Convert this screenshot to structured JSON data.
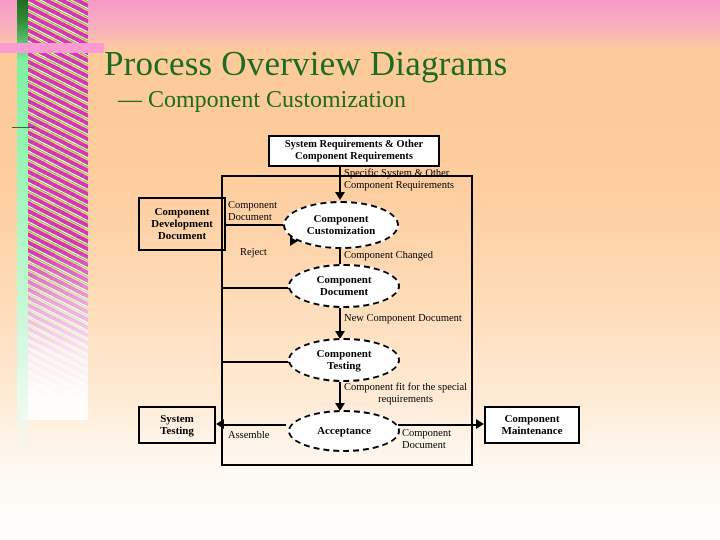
{
  "slide": {
    "title": "Process Overview Diagrams",
    "subtitle": "—  Component Customization",
    "title_color": "#1d6b22",
    "background_top_color": "#f79ac6",
    "background_mid_color": "#fdcb9a",
    "background_bottom_color": "#fffdfb",
    "accent_bar_color": "#fc9ad2"
  },
  "diagram": {
    "nodes": [
      {
        "id": "system-requirements",
        "shape": "box",
        "label": "System Requirements & Other\nComponent Requirements"
      },
      {
        "id": "component-development-doc",
        "shape": "box",
        "label": "Component\nDevelopment\nDocument"
      },
      {
        "id": "component-customization",
        "shape": "ellipse",
        "label": "Component\nCustomization"
      },
      {
        "id": "component-document",
        "shape": "ellipse",
        "label": "Component\nDocument"
      },
      {
        "id": "component-testing",
        "shape": "ellipse",
        "label": "Component\nTesting"
      },
      {
        "id": "acceptance",
        "shape": "ellipse",
        "label": "Acceptance"
      },
      {
        "id": "system-testing",
        "shape": "box",
        "label": "System\nTesting"
      },
      {
        "id": "component-maintenance",
        "shape": "box",
        "label": "Component\nMaintenance"
      }
    ],
    "edge_labels": {
      "specific_requirements": "Specific System & Other\nComponent Requirements",
      "component_document_in": "Component\nDocument",
      "reject": "Reject",
      "component_changed": "Component Changed",
      "new_component_document": "New Component Document",
      "component_fit": "Component fit for the special\nrequirements",
      "assemble": "Assemble",
      "component_document_out": "Component\nDocument"
    },
    "node_labels": {
      "system_requirements_l1": "System Requirements & Other",
      "system_requirements_l2": "Component Requirements",
      "component_dev_doc_l1": "Component",
      "component_dev_doc_l2": "Development",
      "component_dev_doc_l3": "Document",
      "customization_l1": "Component",
      "customization_l2": "Customization",
      "document_l1": "Component",
      "document_l2": "Document",
      "testing_l1": "Component",
      "testing_l2": "Testing",
      "acceptance_l1": "Acceptance",
      "system_testing_l1": "System",
      "system_testing_l2": "Testing",
      "maintenance_l1": "Component",
      "maintenance_l2": "Maintenance"
    },
    "edge_label_lines": {
      "specific_l1": "Specific System & Other",
      "specific_l2": "Component Requirements",
      "compdoc_in_l1": "Component",
      "compdoc_in_l2": "Document",
      "reject": "Reject",
      "changed": "Component Changed",
      "new_doc": "New Component Document",
      "fit_l1": "Component fit for the special",
      "fit_l2": "requirements",
      "assemble": "Assemble",
      "compdoc_out_l1": "Component",
      "compdoc_out_l2": "Document"
    }
  }
}
